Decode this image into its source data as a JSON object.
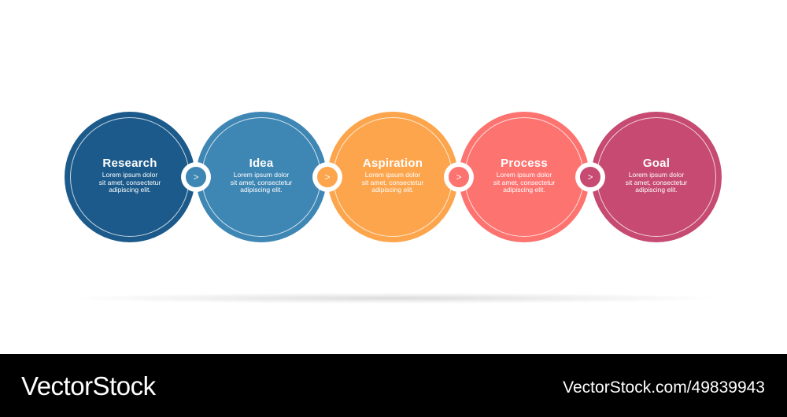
{
  "steps": [
    {
      "title": "Research",
      "text_line1": "Lorem ipsum dolor",
      "text_line2": "sit amet, consectetur",
      "text_line3": "adipiscing elit.",
      "color": "#1B5A8A"
    },
    {
      "title": "Idea",
      "text_line1": "Lorem ipsum dolor",
      "text_line2": "sit amet, consectetur",
      "text_line3": "adipiscing elit.",
      "color": "#3E86B4"
    },
    {
      "title": "Aspiration",
      "text_line1": "Lorem ipsum dolor",
      "text_line2": "sit amet, consectetur",
      "text_line3": "adipiscing elit.",
      "color": "#FCA54C"
    },
    {
      "title": "Process",
      "text_line1": "Lorem ipsum dolor",
      "text_line2": "sit amet, consectetur",
      "text_line3": "adipiscing elit.",
      "color": "#FD7370"
    },
    {
      "title": "Goal",
      "text_line1": "Lorem ipsum dolor",
      "text_line2": "sit amet, consectetur",
      "text_line3": "adipiscing elit.",
      "color": "#C64A71"
    }
  ],
  "connectors": [
    {
      "icon": "chevron-right-icon",
      "glyph": ">"
    },
    {
      "icon": "chevron-right-icon",
      "glyph": ">"
    },
    {
      "icon": "chevron-right-icon",
      "glyph": ">"
    },
    {
      "icon": "chevron-right-icon",
      "glyph": ">"
    }
  ],
  "footer": {
    "brand": "VectorStock",
    "url": "VectorStock.com/49839943"
  }
}
